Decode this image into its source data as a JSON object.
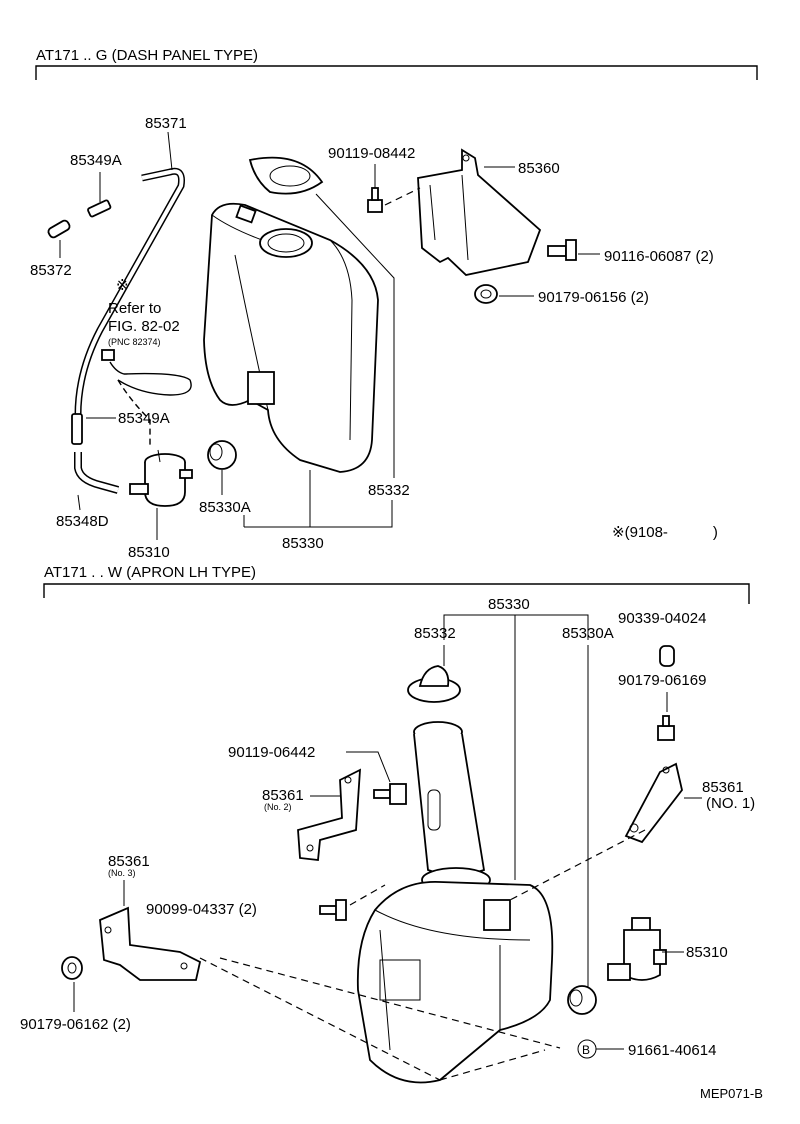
{
  "sections": {
    "top_title": "AT171 .. G (DASH PANEL TYPE)",
    "bottom_title": "AT171 . . W (APRON LH TYPE)",
    "date_note": "※(9108-　　　)"
  },
  "top": {
    "p85371": "85371",
    "p85349A_1": "85349A",
    "p85372": "85372",
    "refer_mark": "※",
    "refer_1": "Refer to",
    "refer_2": "FIG. 82-02",
    "refer_3": "(PNC 82374)",
    "p85349A_2": "85349A",
    "p85348D": "85348D",
    "p85310": "85310",
    "p85330A": "85330A",
    "p85330": "85330",
    "p85332": "85332",
    "p90119": "90119-08442",
    "p85360": "85360",
    "p90116": "90116-06087 (2)",
    "p90179": "90179-06156 (2)"
  },
  "bottom": {
    "p85330": "85330",
    "p85332": "85332",
    "p85330A": "85330A",
    "p90339": "90339-04024",
    "p90179_169": "90179-06169",
    "p90119": "90119-06442",
    "p85361_2": "85361",
    "p85361_2_sub": "(No. 2)",
    "p85361_1": "85361",
    "p85361_1_sub": "(NO. 1)",
    "p85361_3": "85361",
    "p85361_3_sub": "(No. 3)",
    "p90099": "90099-04337 (2)",
    "p85310": "85310",
    "p90179_162": "90179-06162 (2)",
    "b_mark": "B",
    "p91661": "91661-40614"
  },
  "footer": {
    "code": "MEP071-B"
  }
}
